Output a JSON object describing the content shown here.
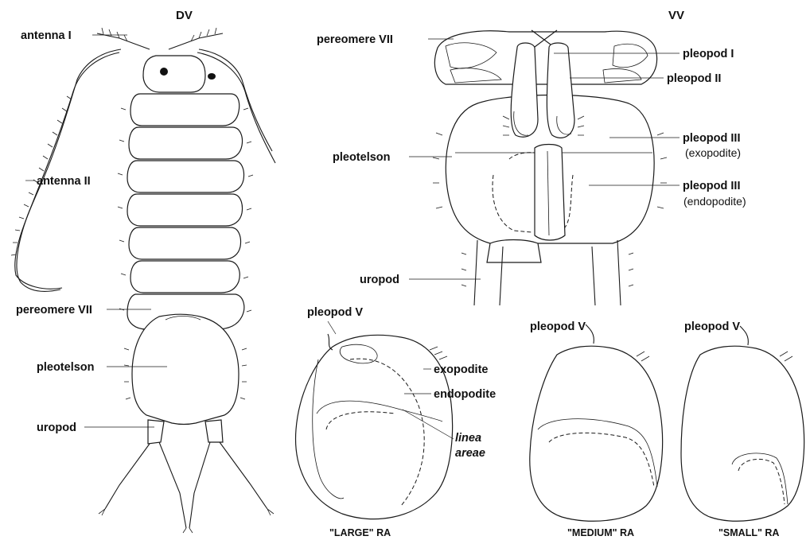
{
  "panels": {
    "dorsal_view": {
      "title": "DV",
      "labels": {
        "antenna_1": "antenna I",
        "antenna_2": "antenna II",
        "pereomere_7": "pereomere VII",
        "pleotelson": "pleotelson",
        "uropod": "uropod"
      }
    },
    "ventral_view": {
      "title": "VV",
      "labels": {
        "pereomere_7": "pereomere VII",
        "pleopod_1": "pleopod I",
        "pleopod_2": "pleopod II",
        "pleotelson": "pleotelson",
        "pleopod_3_exo": "pleopod III",
        "pleopod_3_exo_part": "(exopodite)",
        "pleopod_3_endo": "pleopod III",
        "pleopod_3_endo_part": "(endopodite)",
        "uropod": "uropod"
      }
    },
    "respiratory_areas": [
      {
        "pleopod_label": "pleopod V",
        "caption": "\"LARGE\" RA",
        "labels": {
          "exopodite": "exopodite",
          "endopodite": "endopodite",
          "linea_1": "linea",
          "linea_2": "areae"
        }
      },
      {
        "pleopod_label": "pleopod V",
        "caption": "\"MEDIUM\" RA"
      },
      {
        "pleopod_label": "pleopod V",
        "caption": "\"SMALL\" RA"
      }
    ]
  }
}
